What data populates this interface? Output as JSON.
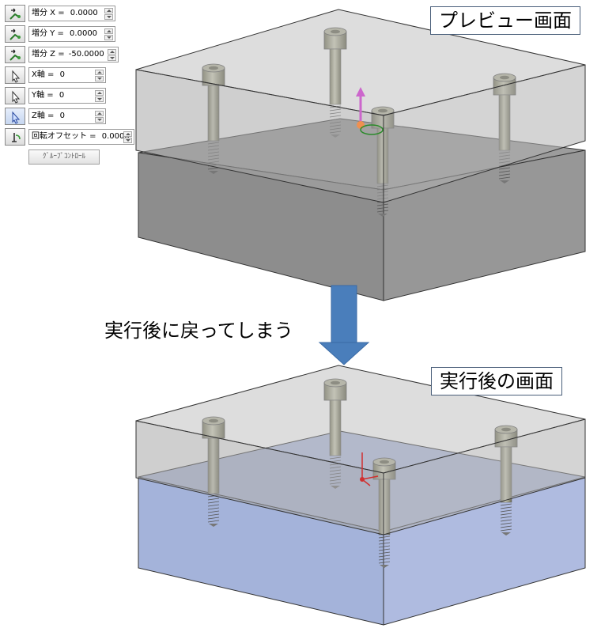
{
  "panel": {
    "rows": [
      {
        "label": "増分 X =",
        "value": "0.0000",
        "icon": "move-x-icon"
      },
      {
        "label": "増分 Y =",
        "value": "0.0000",
        "icon": "move-y-icon"
      },
      {
        "label": "増分 Z =",
        "value": "-50.0000",
        "icon": "move-z-icon"
      },
      {
        "label": "X軸 =",
        "value": "0",
        "icon": "rotate-x-icon"
      },
      {
        "label": "Y軸 =",
        "value": "0",
        "icon": "rotate-y-icon"
      },
      {
        "label": "Z軸 =",
        "value": "0",
        "icon": "rotate-z-icon"
      },
      {
        "label": "回転オフセット =",
        "value": "0.0000",
        "icon": "rotation-offset-icon"
      }
    ],
    "group_control_label": "ｸﾞﾙｰﾌﾟｺﾝﾄﾛｰﾙ"
  },
  "preview_label": "プレビュー画面",
  "after_label": "実行後の画面",
  "caption": "実行後に戻ってしまう",
  "colors": {
    "arrow": "#4a7ebb",
    "upper_block": "#9a9a9a",
    "lower_block_preview": "#8e8e8e",
    "lower_block_after": "#a6b4d8"
  }
}
